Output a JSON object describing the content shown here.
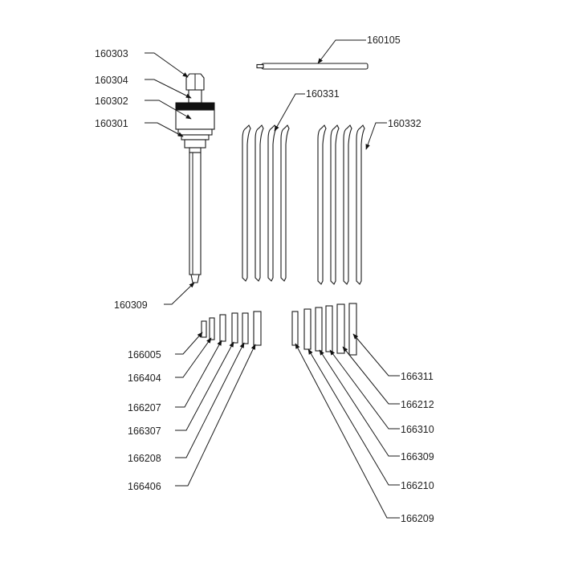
{
  "diagram": {
    "callouts": {
      "rod": "160105",
      "nut": "160303",
      "collar": "160304",
      "body": "160302",
      "flange": "160301",
      "shaft_tip": "160309",
      "blades_left": "160331",
      "blades_right": "160332",
      "pin1": "166005",
      "pin2": "166404",
      "pin3": "166207",
      "pin4": "166307",
      "pin5": "166208",
      "pin6": "166406",
      "rpin1": "166311",
      "rpin2": "166212",
      "rpin3": "166310",
      "rpin4": "166309",
      "rpin5": "166210",
      "rpin6": "166209"
    }
  }
}
